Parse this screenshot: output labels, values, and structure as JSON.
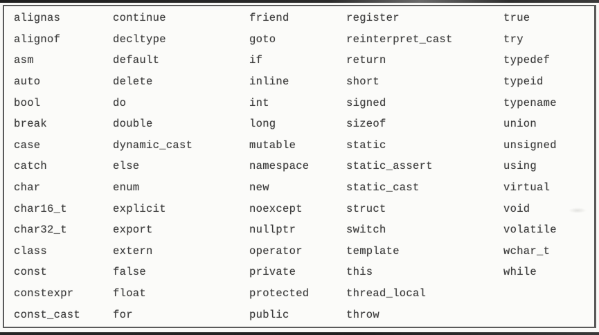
{
  "table": {
    "name": "cpp-keywords",
    "columns": 5,
    "rows": [
      [
        "alignas",
        "continue",
        "friend",
        "register",
        "true"
      ],
      [
        "alignof",
        "decltype",
        "goto",
        "reinterpret_cast",
        "try"
      ],
      [
        "asm",
        "default",
        "if",
        "return",
        "typedef"
      ],
      [
        "auto",
        "delete",
        "inline",
        "short",
        "typeid"
      ],
      [
        "bool",
        "do",
        "int",
        "signed",
        "typename"
      ],
      [
        "break",
        "double",
        "long",
        "sizeof",
        "union"
      ],
      [
        "case",
        "dynamic_cast",
        "mutable",
        "static",
        "unsigned"
      ],
      [
        "catch",
        "else",
        "namespace",
        "static_assert",
        "using"
      ],
      [
        "char",
        "enum",
        "new",
        "static_cast",
        "virtual"
      ],
      [
        "char16_t",
        "explicit",
        "noexcept",
        "struct",
        "void"
      ],
      [
        "char32_t",
        "export",
        "nullptr",
        "switch",
        "volatile"
      ],
      [
        "class",
        "extern",
        "operator",
        "template",
        "wchar_t"
      ],
      [
        "const",
        "false",
        "private",
        "this",
        "while"
      ],
      [
        "constexpr",
        "float",
        "protected",
        "thread_local",
        ""
      ],
      [
        "const_cast",
        "for",
        "public",
        "throw",
        ""
      ]
    ]
  },
  "style": {
    "paper_color": "#f9f9f7",
    "ink_color": "#3f3f3f",
    "border_color": "#5a5a5a",
    "rule_color": "#1f1f1f"
  }
}
